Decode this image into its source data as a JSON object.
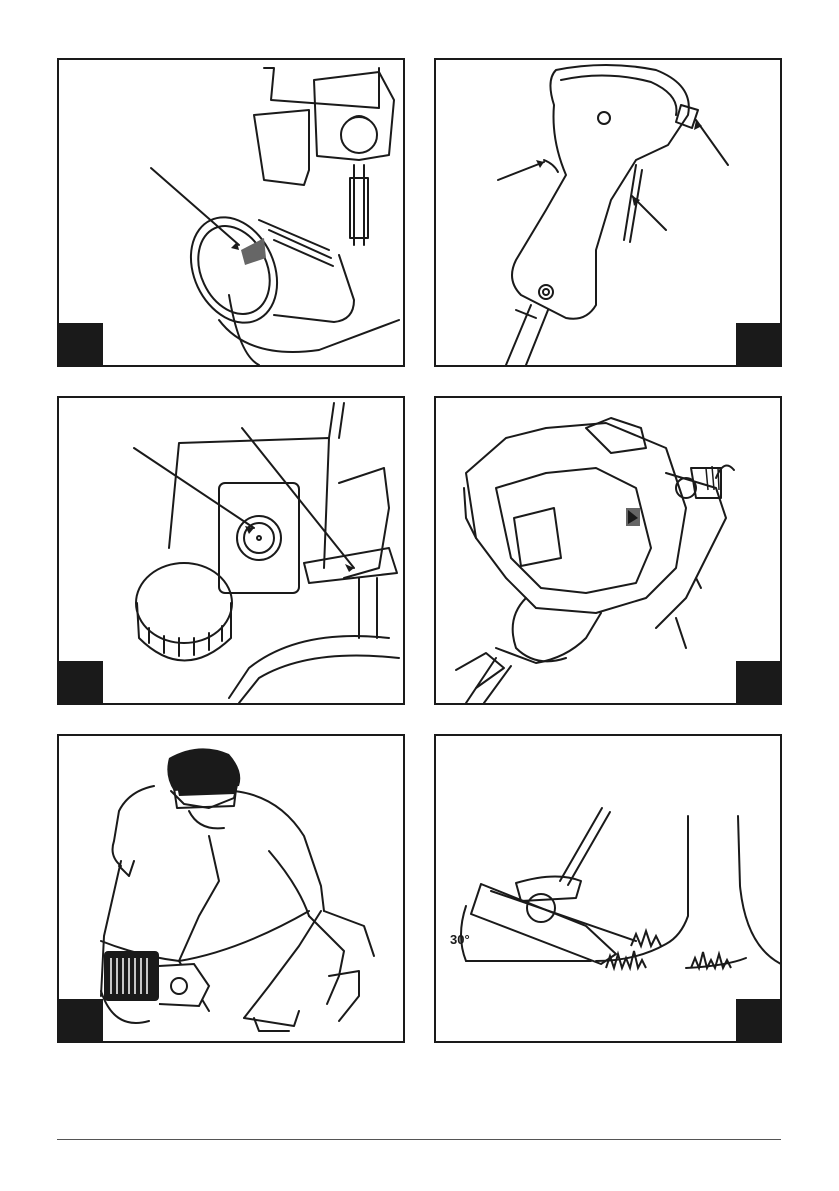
{
  "panels": [
    {
      "id": "fuel-cap-opening",
      "tab": "bottom-left"
    },
    {
      "id": "handle-controls",
      "tab": "bottom-right"
    },
    {
      "id": "primer-and-choke",
      "tab": "bottom-left"
    },
    {
      "id": "engine-housing",
      "tab": "bottom-right"
    },
    {
      "id": "operator-starting",
      "tab": "bottom-left"
    },
    {
      "id": "cutting-angle",
      "tab": "bottom-right",
      "angle_label": "30°"
    }
  ],
  "colors": {
    "ink": "#1a1a1a",
    "paper": "#ffffff",
    "shade": "#666666"
  }
}
